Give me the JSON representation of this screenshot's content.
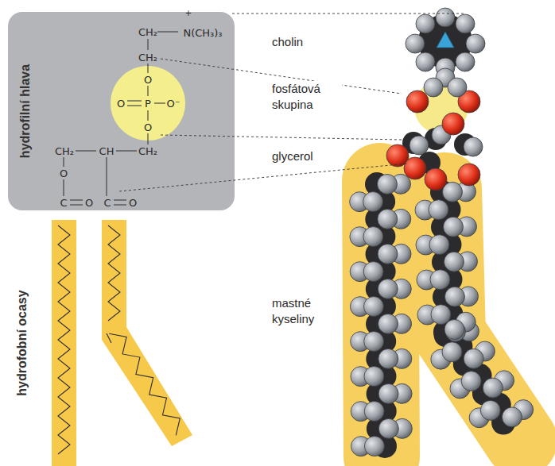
{
  "diagram": {
    "nodes": [
      {
        "text": [
          "hydrofilní hlava"
        ]
      },
      {
        "text": [
          "O",
          "O",
          "P",
          "O⁻",
          "O"
        ],
        "in": 0
      }
    ],
    "labels": [
      "hydrofobní ocasy",
      "cholin",
      "fosfátová skupina",
      "glycerol",
      "mastné kyseliny",
      "CH₂",
      "+",
      "N(CH₃)₃",
      "CH₂",
      "CH₂",
      "CH",
      "CH₂",
      "O",
      "C",
      "O",
      "C",
      "O"
    ]
  }
}
